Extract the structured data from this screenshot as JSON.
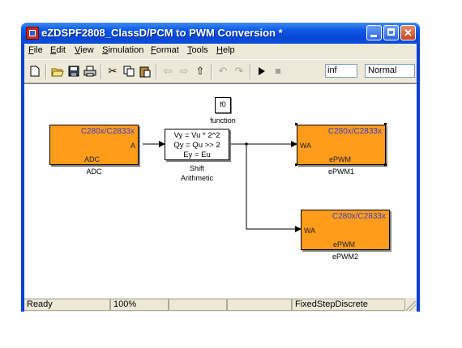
{
  "window": {
    "title": "eZDSPF2808_ClassD/PCM to PWM Conversion *"
  },
  "menu": [
    "File",
    "Edit",
    "View",
    "Simulation",
    "Format",
    "Tools",
    "Help"
  ],
  "toolbar": {
    "new": "New model",
    "open": "Open",
    "save": "Save",
    "print": "Print",
    "cut": "Cut",
    "copy": "Copy",
    "paste": "Paste",
    "back": "Back",
    "forward": "Forward",
    "up": "Go to parent",
    "undo": "Undo",
    "redo": "Redo",
    "start": "Start simulation",
    "stop": "Stop simulation",
    "stop_time": "inf",
    "sim_mode": "Normal"
  },
  "diagram": {
    "function_block": {
      "label": "f0",
      "caption": "function"
    },
    "adc": {
      "target": "C280x/C2833x",
      "port": "A",
      "inner": "ADC",
      "caption": "ADC",
      "color": "#ff9c1a"
    },
    "shift": {
      "lines": [
        "Vy = Vu * 2^2",
        "Qy = Qu >> 2",
        "Ey = Eu"
      ],
      "caption1": "Shift",
      "caption2": "Arithmetic"
    },
    "epwm1": {
      "target": "C280x/C2833x",
      "port": "WA",
      "inner": "ePWM",
      "caption": "ePWM1"
    },
    "epwm2": {
      "target": "C280x/C2833x",
      "port": "WA",
      "inner": "ePWM",
      "caption": "ePWM2"
    }
  },
  "status": {
    "state": "Ready",
    "zoom": "100%",
    "solver": "FixedStepDiscrete"
  }
}
